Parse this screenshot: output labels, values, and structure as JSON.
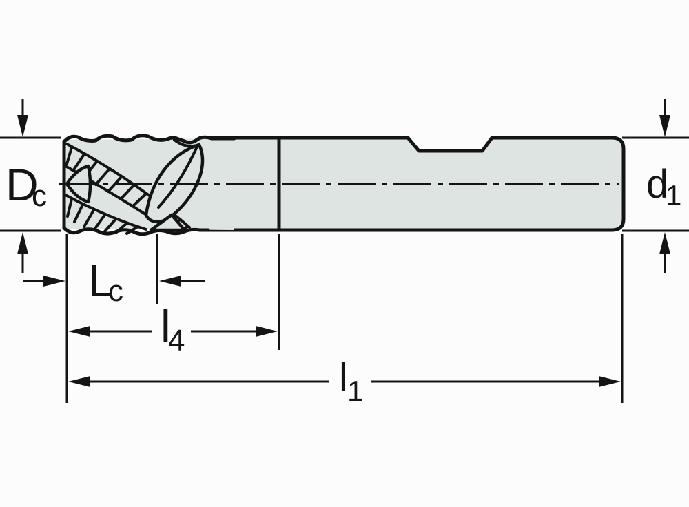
{
  "drawing": {
    "title": "end-mill-side-view-dimension-diagram",
    "labels": {
      "dc": {
        "main": "D",
        "sub": "c"
      },
      "d1": {
        "main": "d",
        "sub": "1"
      },
      "lc": {
        "main": "L",
        "sub": "c"
      },
      "l4": {
        "main": "l",
        "sub": "4"
      },
      "l1": {
        "main": "l",
        "sub": "1"
      }
    },
    "colors": {
      "background": "#fcfcfc",
      "tool_fill": "#dde4e1",
      "line": "#141414"
    }
  }
}
